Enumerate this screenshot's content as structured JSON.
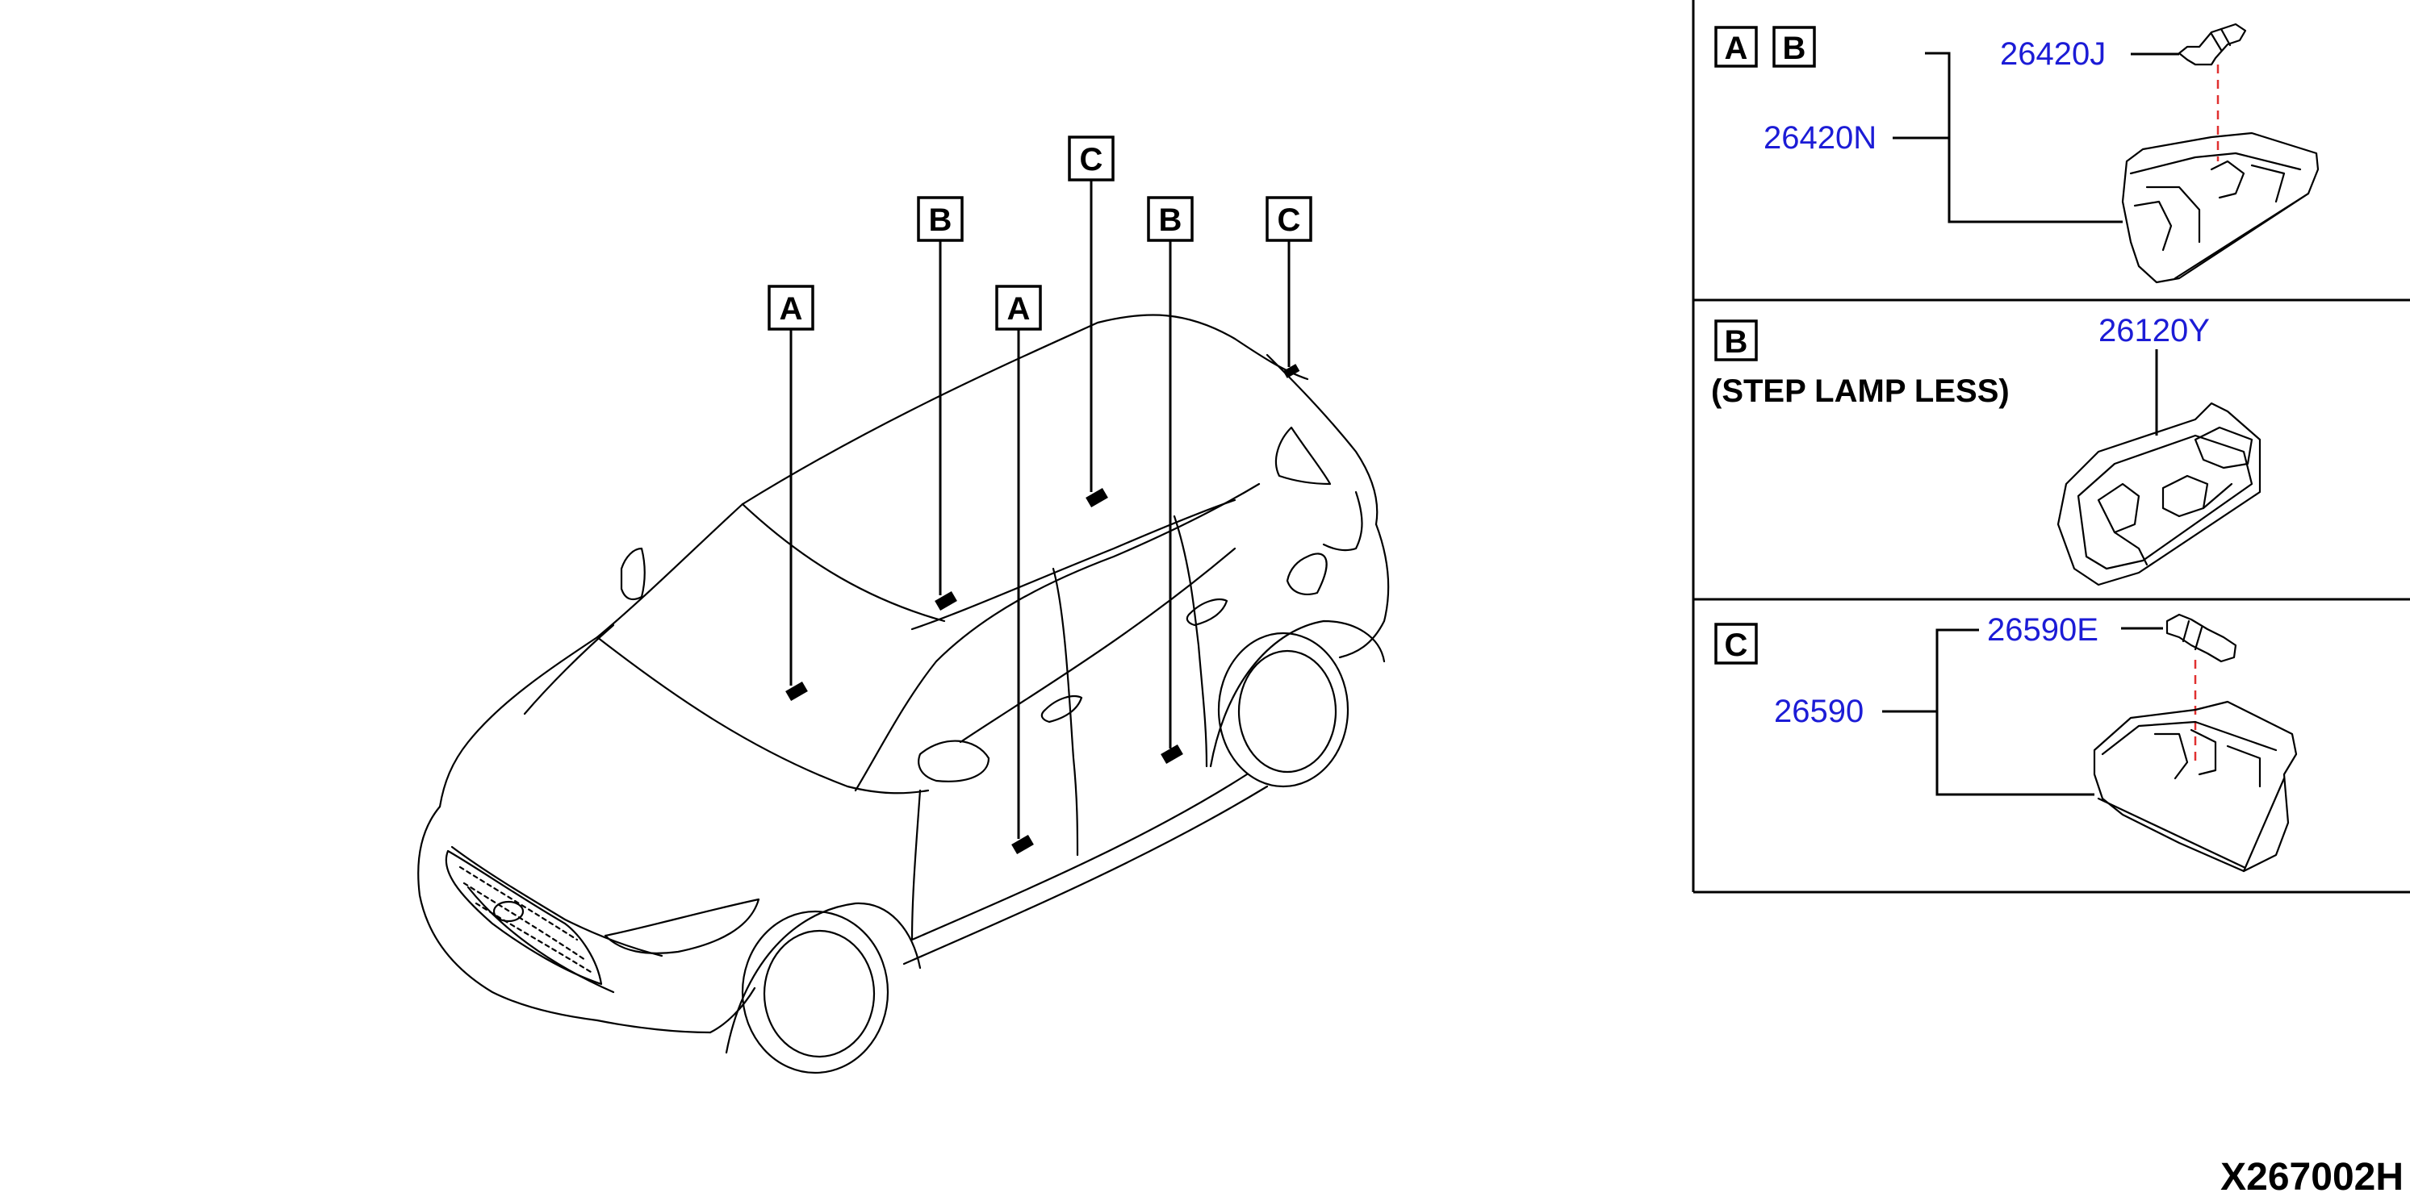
{
  "callouts": {
    "a1": "A",
    "b1": "B",
    "a2": "A",
    "c1": "C",
    "b2": "B",
    "c2": "C"
  },
  "panels": {
    "top": {
      "labels": [
        "A",
        "B"
      ],
      "part_upper": "26420J",
      "part_lower": "26420N"
    },
    "middle": {
      "label": "B",
      "note": "(STEP LAMP LESS)",
      "part": "26120Y"
    },
    "bottom": {
      "label": "C",
      "part_upper": "26590E",
      "part_lower": "26590"
    }
  },
  "diagram_code": "X267002H",
  "colors": {
    "part_number": "#1c1cd6",
    "dashed_guide": "#e03030"
  }
}
